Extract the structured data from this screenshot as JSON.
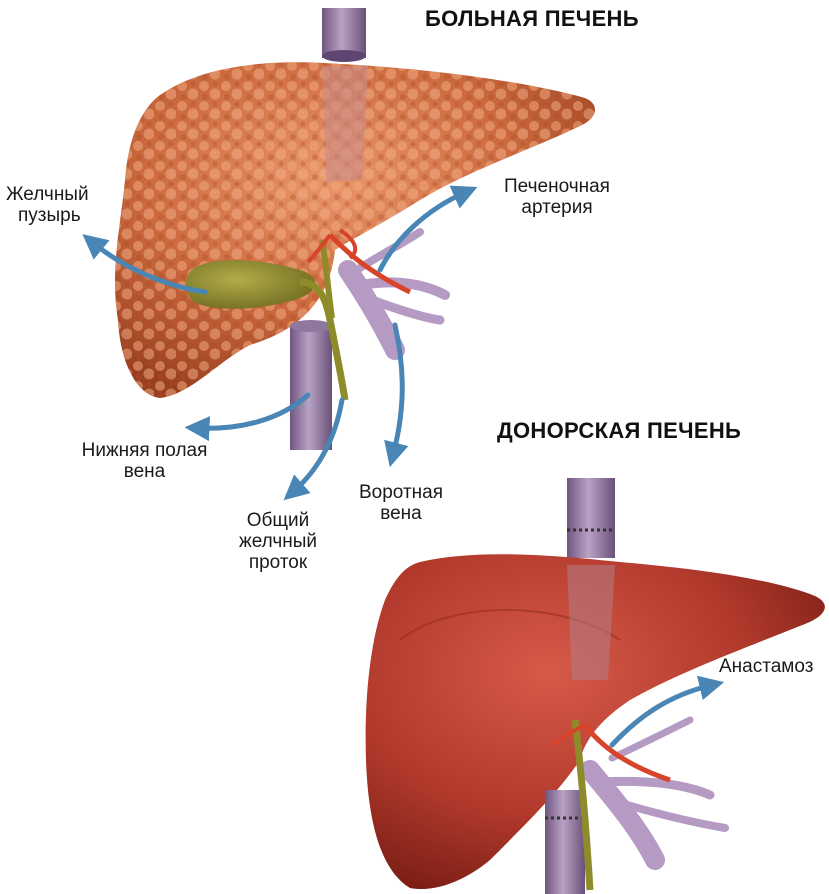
{
  "titles": {
    "diseased": "БОЛЬНАЯ ПЕЧЕНЬ",
    "donor": "ДОНОРСКАЯ ПЕЧЕНЬ"
  },
  "labels": {
    "gallbladder": [
      "Желчный",
      "пузырь"
    ],
    "hepatic_artery": [
      "Печеночная",
      "артерия"
    ],
    "ivc": [
      "Нижняя полая",
      "вена"
    ],
    "portal_vein": [
      "Воротная",
      "вена"
    ],
    "bile_duct": [
      "Общий",
      "желчный",
      "проток"
    ],
    "anastomosis": [
      "Анастамоз"
    ]
  },
  "colors": {
    "arrow": "#4a86b5",
    "diseased_liver": "#c8653c",
    "donor_liver": "#b3342a",
    "vein": "#8a6f96",
    "artery": "#d9432a",
    "bile": "#8a8a2a",
    "gallbladder": "#8c8a2e"
  }
}
